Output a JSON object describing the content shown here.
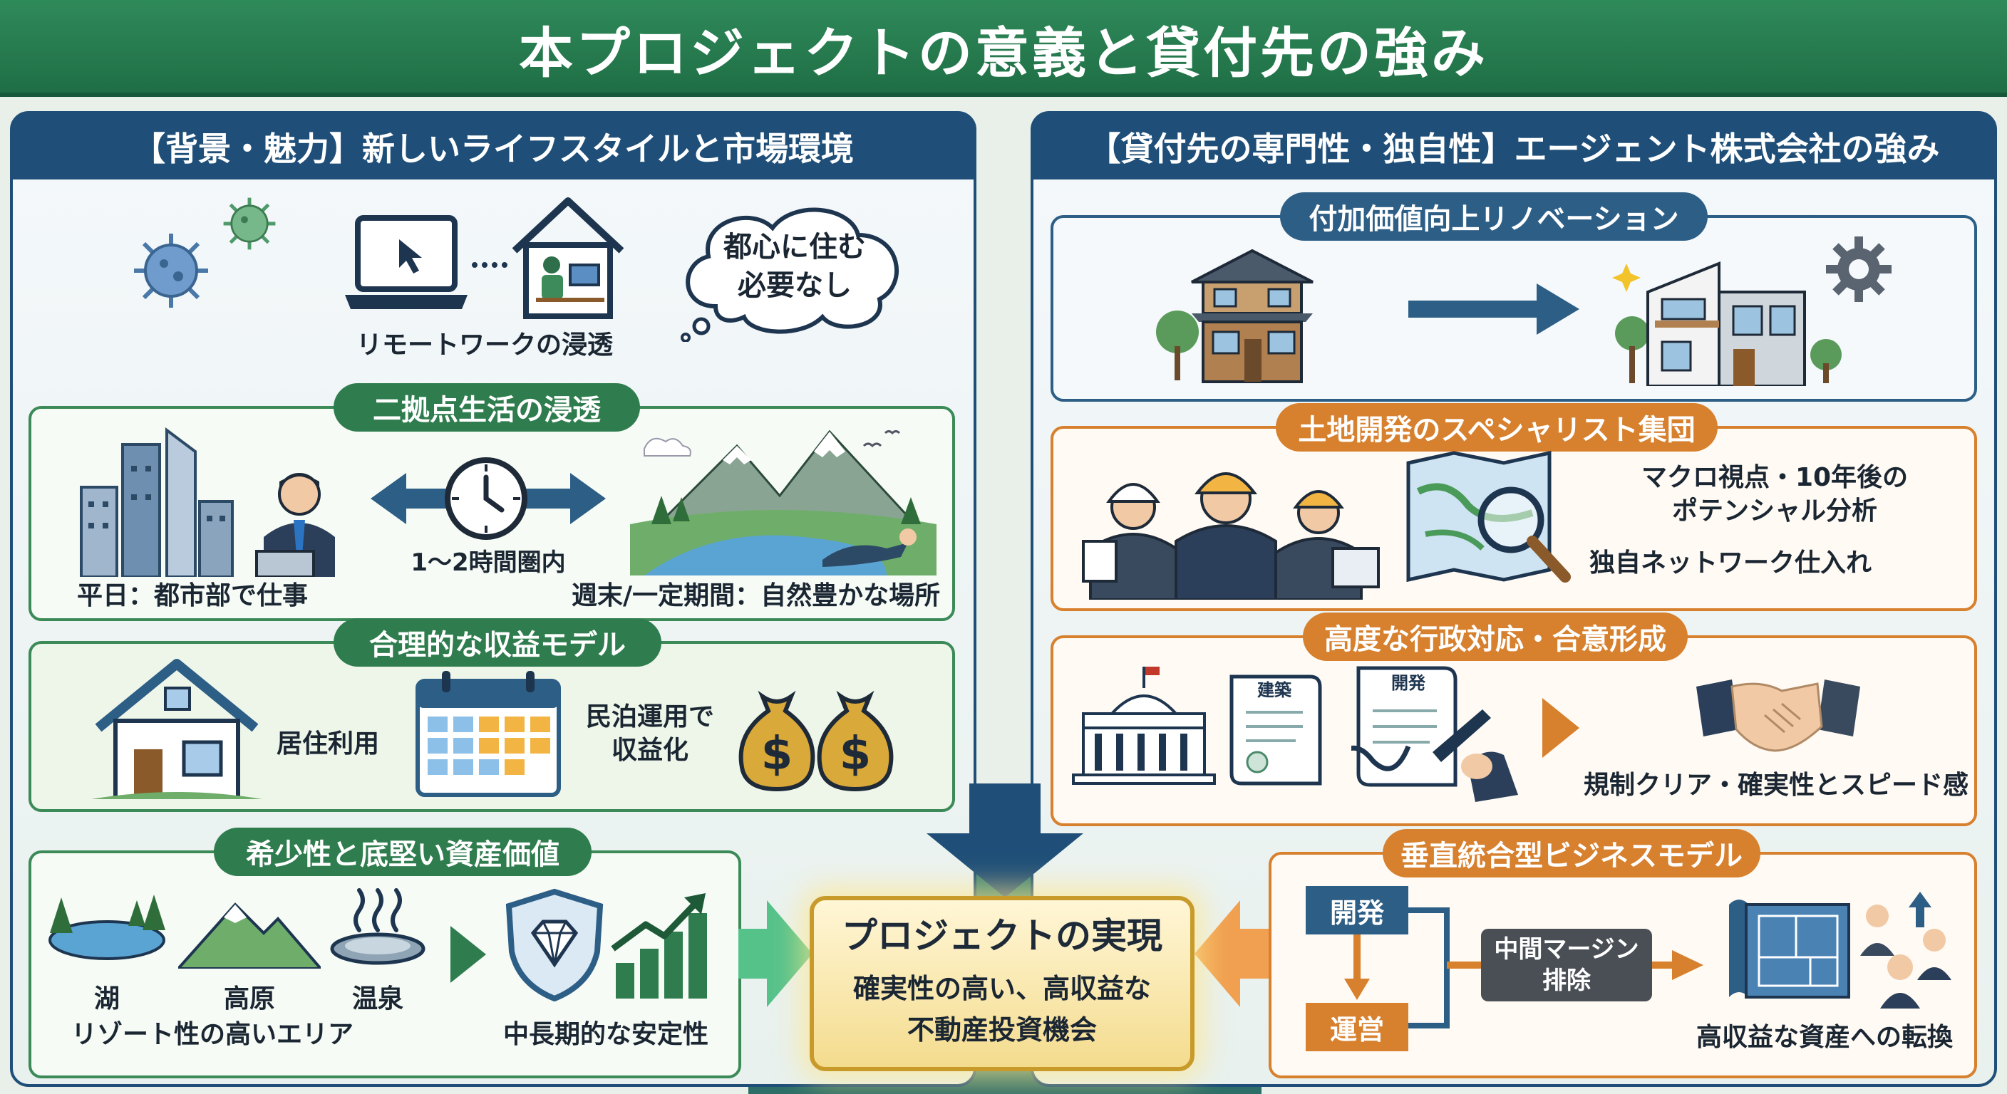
{
  "title": "本プロジェクトの意義と貸付先の強み",
  "left": {
    "header": "【背景・魅力】新しいライフスタイルと市場環境",
    "remote": {
      "bubble": "都心に住む\n必要なし",
      "caption": "リモートワークの浸透"
    },
    "dual": {
      "pill": "二拠点生活の浸透",
      "time": "1〜2時間圏内",
      "weekday": "平日：都市部で仕事",
      "weekend": "週末/一定期間：自然豊かな場所"
    },
    "revenue": {
      "pill": "合理的な収益モデル",
      "residence": "居住利用",
      "minpaku": "民泊運用で\n収益化"
    },
    "scarcity": {
      "pill": "希少性と底堅い資産価値",
      "lake": "湖",
      "highland": "高原",
      "onsen": "温泉",
      "resort": "リゾート性の高いエリア",
      "stability": "中長期的な安定性"
    }
  },
  "center": {
    "title": "プロジェクトの実現",
    "line1": "確実性の高い、高収益な",
    "line2": "不動産投資機会"
  },
  "right": {
    "header": "【貸付先の専門性・独自性】エージェント株式会社の強み",
    "renovation": {
      "pill": "付加価値向上リノベーション"
    },
    "specialist": {
      "pill": "土地開発のスペシャリスト集団",
      "text1": "マクロ視点・10年後の\nポテンシャル分析",
      "text2": "独自ネットワーク仕入れ"
    },
    "admin": {
      "pill": "高度な行政対応・合意形成",
      "doc1": "建築",
      "doc2": "開発",
      "result": "規制クリア・確実性とスピード感"
    },
    "vertical": {
      "pill": "垂直統合型ビジネスモデル",
      "dev": "開発",
      "ops": "運営",
      "margin": "中間マージン\n排除",
      "result": "高収益な資産への転換"
    }
  },
  "colors": {
    "green": "#2f7d4e",
    "navy": "#1f4f78",
    "orange": "#d7802e",
    "gold": "#c89a2a"
  }
}
